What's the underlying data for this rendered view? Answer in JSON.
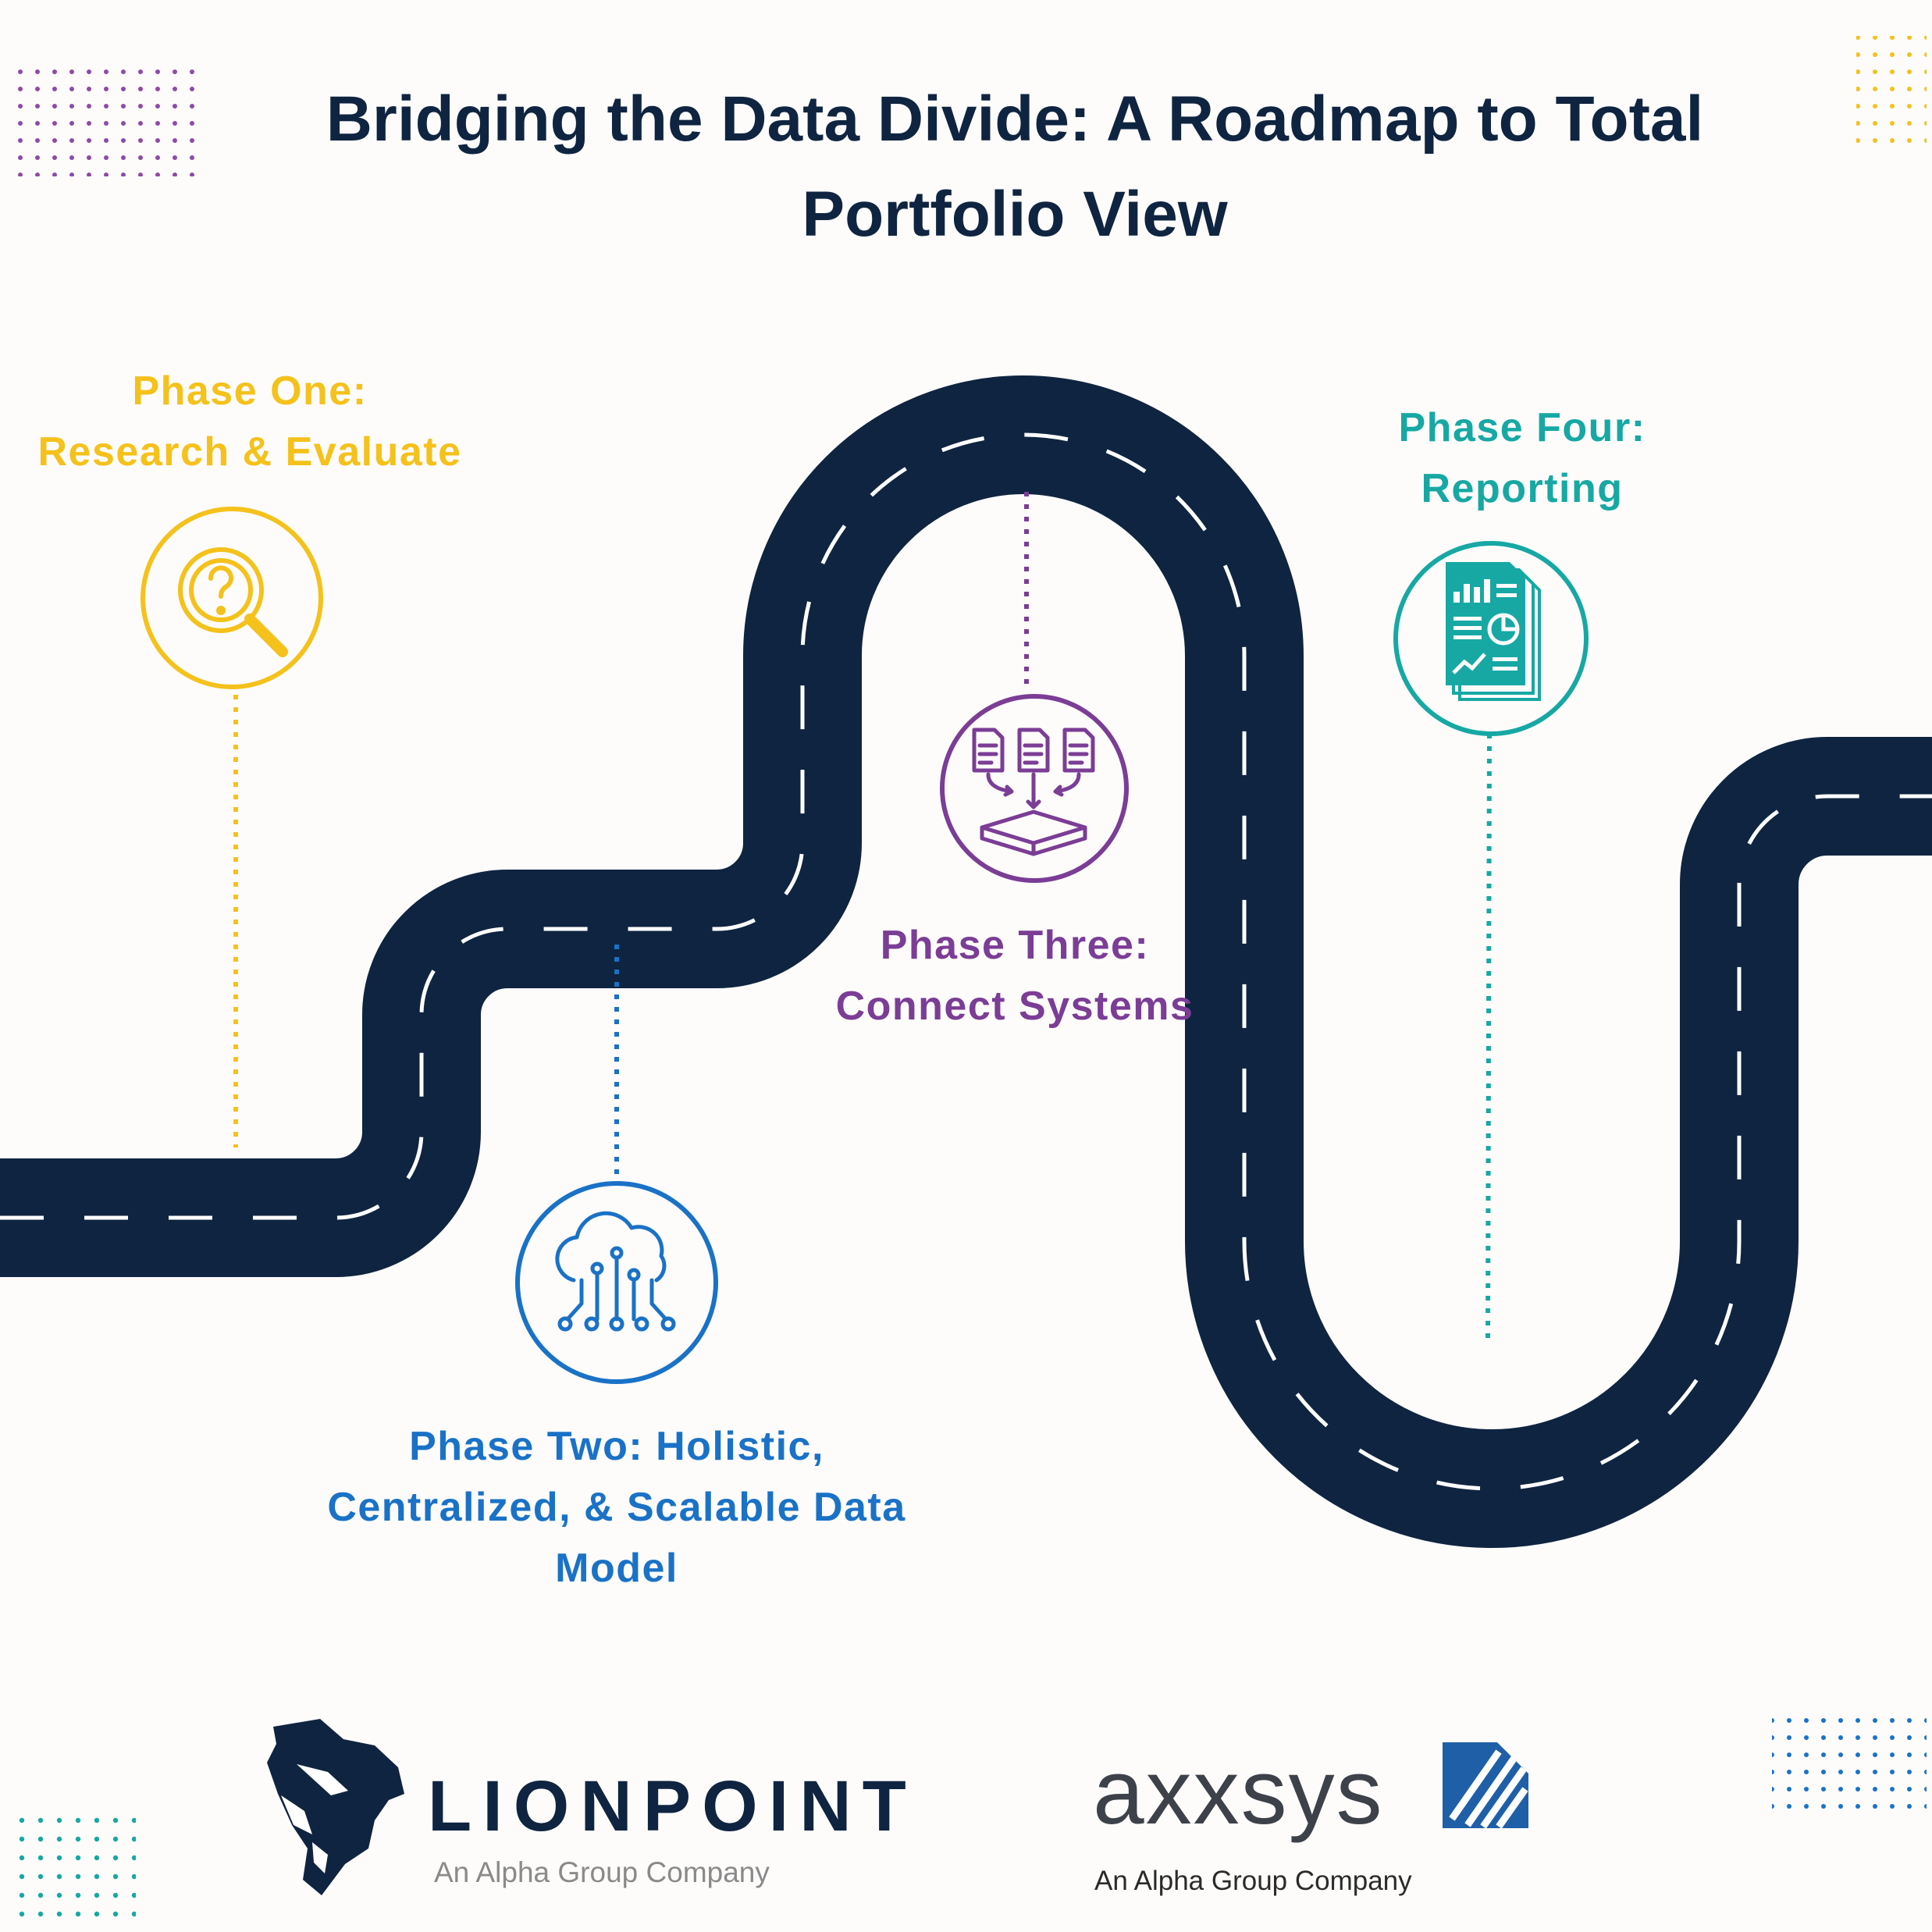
{
  "title": {
    "line1": "Bridging the Data Divide: A Roadmap to Total",
    "line2": "Portfolio View"
  },
  "phases": [
    {
      "line1": "Phase One:",
      "line2": "Research & Evaluate",
      "line3": "",
      "color": "#f5c11b",
      "icon": "magnifier-question-icon"
    },
    {
      "line1": "Phase Two: Holistic,",
      "line2": "Centralized, & Scalable Data",
      "line3": "Model",
      "color": "#1a72c7",
      "icon": "cloud-network-icon"
    },
    {
      "line1": "Phase Three:",
      "line2": "Connect Systems",
      "line3": "",
      "color": "#7b3d95",
      "icon": "documents-merge-icon"
    },
    {
      "line1": "Phase Four:",
      "line2": "Reporting",
      "line3": "",
      "color": "#17a8a4",
      "icon": "report-document-icon"
    }
  ],
  "road_color": "#0f2440",
  "logos": {
    "lionpoint": {
      "name": "LIONPOINT",
      "tagline": "An Alpha Group Company"
    },
    "axxsys": {
      "name": "axxsys",
      "tagline": "An Alpha Group Company"
    }
  }
}
